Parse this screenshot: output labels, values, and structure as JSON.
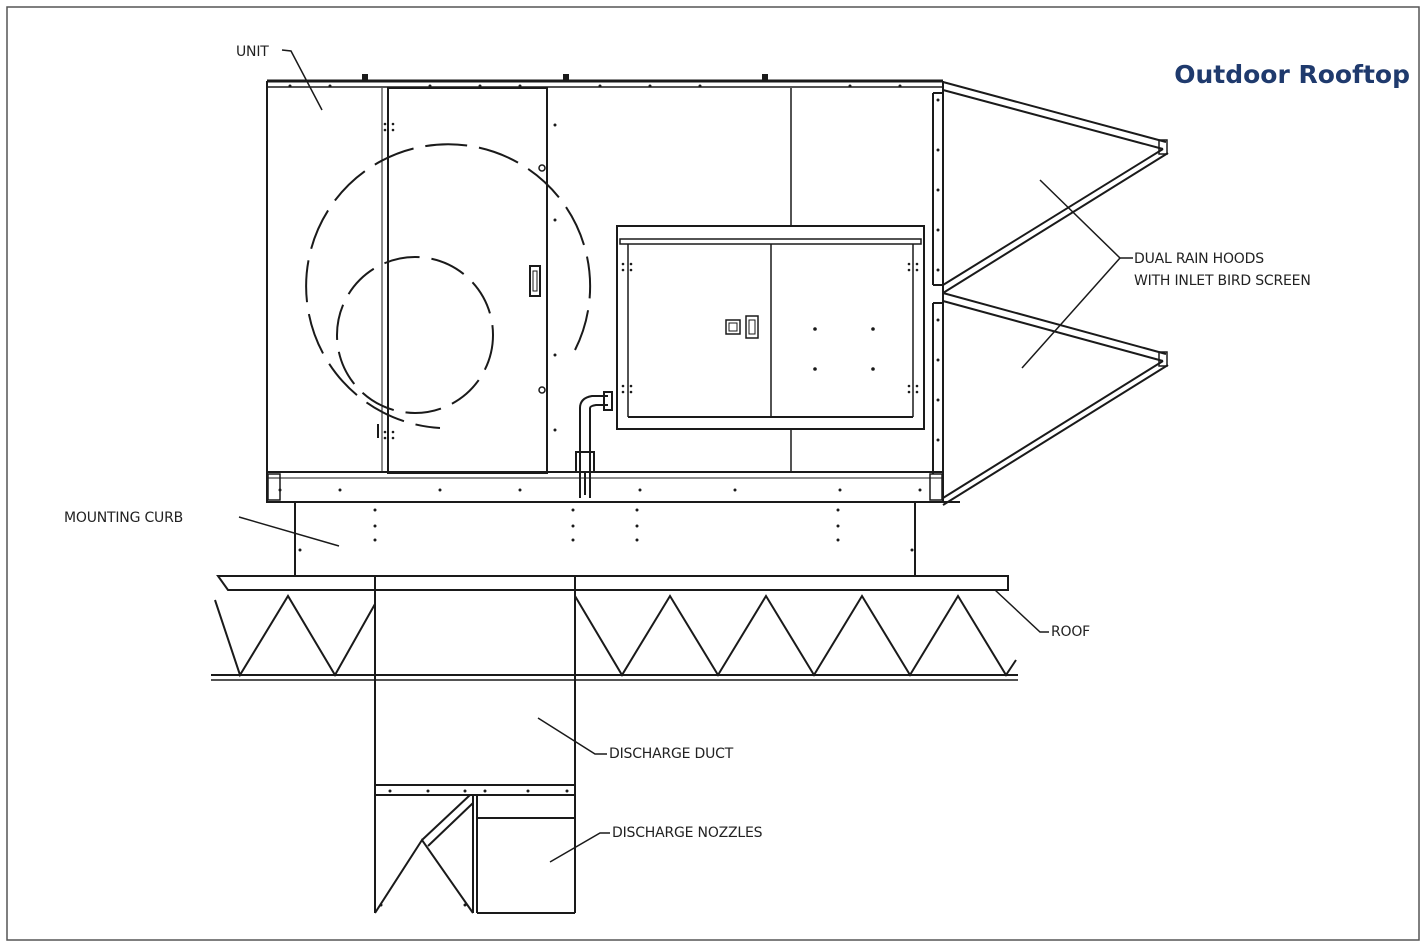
{
  "title": "Outdoor Rooftop",
  "colors": {
    "title": "#1f3a6d",
    "line": "#1a1a1a",
    "border": "#555555"
  },
  "callouts": {
    "unit": "UNIT",
    "rain_hoods_line1": "DUAL RAIN HOODS",
    "rain_hoods_line2": "WITH INLET BIRD SCREEN",
    "mounting_curb": "MOUNTING CURB",
    "roof": "ROOF",
    "discharge_duct": "DISCHARGE DUCT",
    "discharge_nozzles": "DISCHARGE NOZZLES"
  }
}
